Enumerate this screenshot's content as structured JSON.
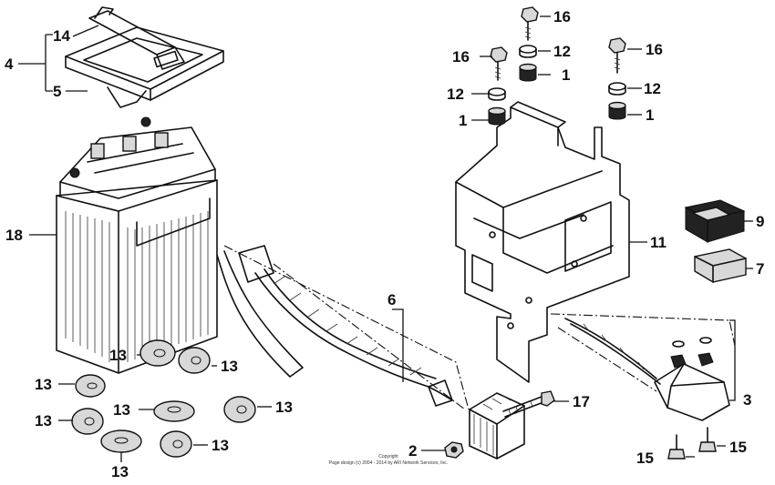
{
  "callouts": {
    "c1a": "1",
    "c1b": "1",
    "c1c": "1",
    "c2": "2",
    "c3": "3",
    "c4": "4",
    "c5": "5",
    "c6": "6",
    "c7": "7",
    "c9": "9",
    "c11": "11",
    "c12a": "12",
    "c12b": "12",
    "c12c": "12",
    "c13a": "13",
    "c13b": "13",
    "c13c": "13",
    "c13d": "13",
    "c13e": "13",
    "c13f": "13",
    "c13g": "13",
    "c13h": "13",
    "c14": "14",
    "c15a": "15",
    "c15b": "15",
    "c16a": "16",
    "c16b": "16",
    "c16c": "16",
    "c17": "17",
    "c18": "18"
  },
  "copyright": {
    "line1": "Copyright",
    "line2": "Page design (c) 2004 - 2014 by ARI Network Services, Inc."
  }
}
